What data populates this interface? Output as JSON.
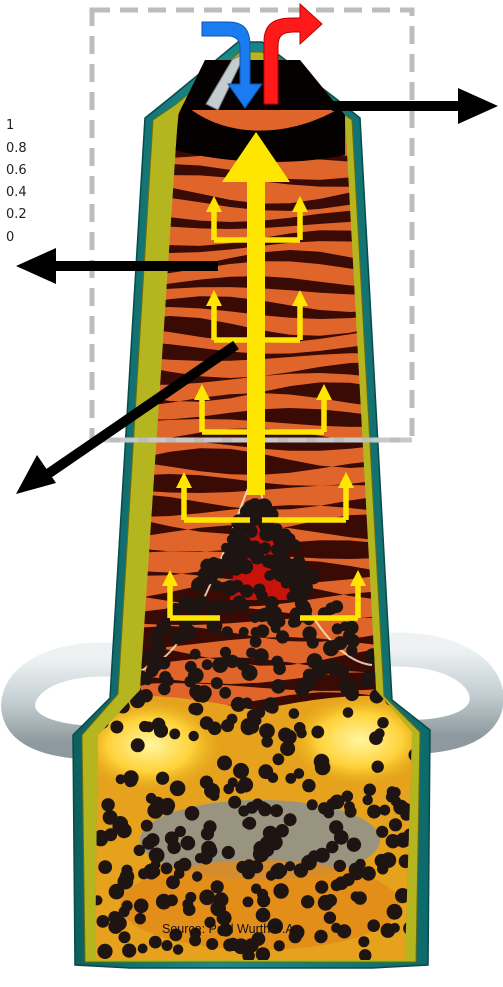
{
  "scale": {
    "labels": [
      "1",
      "0.8",
      "0.6",
      "0.4",
      "0.2",
      "0"
    ]
  },
  "source": "Source: Paul Wurth S.A.",
  "colors": {
    "shell_outer": "#117777",
    "shell_inner": "#b3b31f",
    "layer_dark": "#3a0a04",
    "layer_light": "#e0652a",
    "gas_flow": "#ffe600",
    "inlet_arrow": "#1a7cf0",
    "outlet_arrow": "#ff1a1a",
    "coke": "#1e1512",
    "tuyere_pipe": "#c9d3d6"
  }
}
